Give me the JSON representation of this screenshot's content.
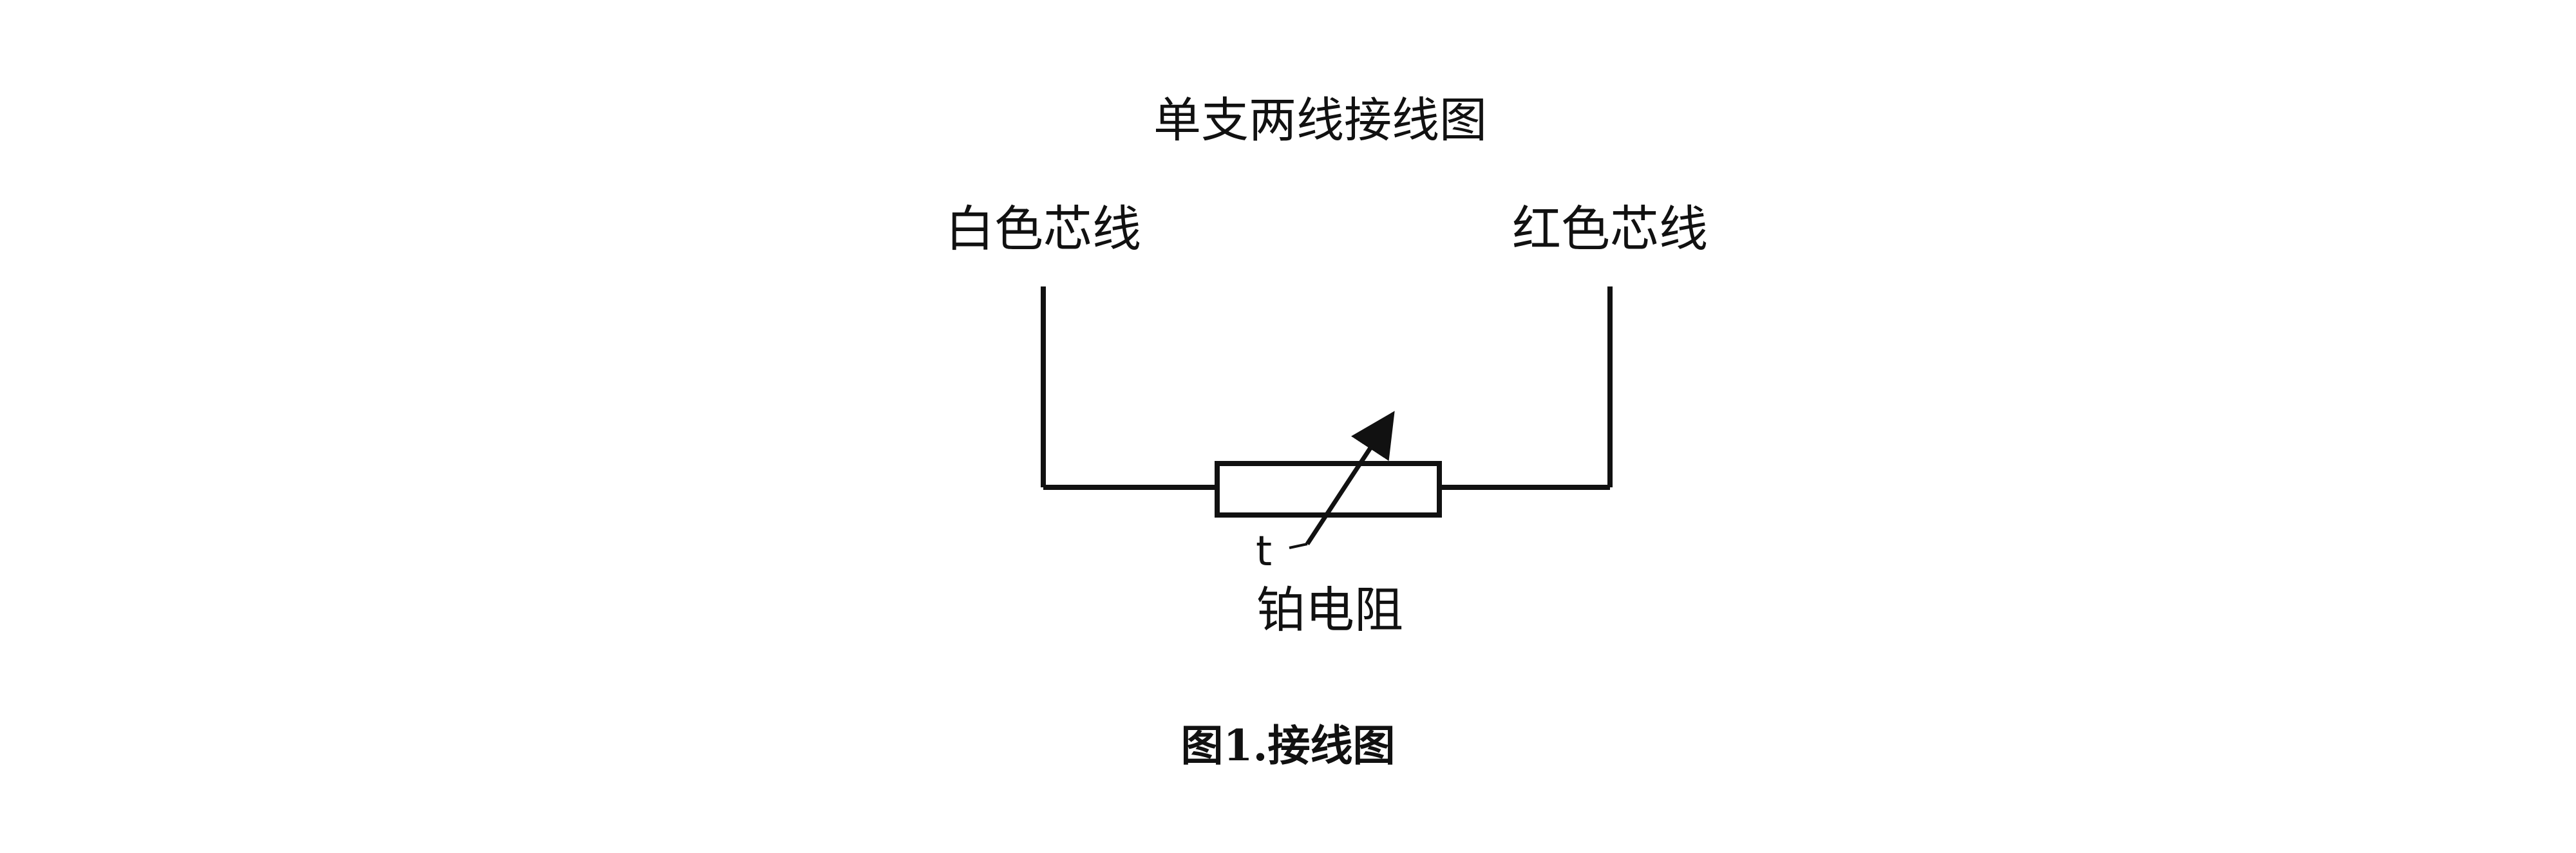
{
  "diagram": {
    "title": "单支两线接线图",
    "left_wire_label": "白色芯线",
    "right_wire_label": "红色芯线",
    "resistor": {
      "symbol": "t",
      "label": "铂电阻"
    },
    "caption": "图1.接线图"
  },
  "colors": {
    "background": "#ffffff",
    "line": "#111111",
    "text": "#111111"
  }
}
